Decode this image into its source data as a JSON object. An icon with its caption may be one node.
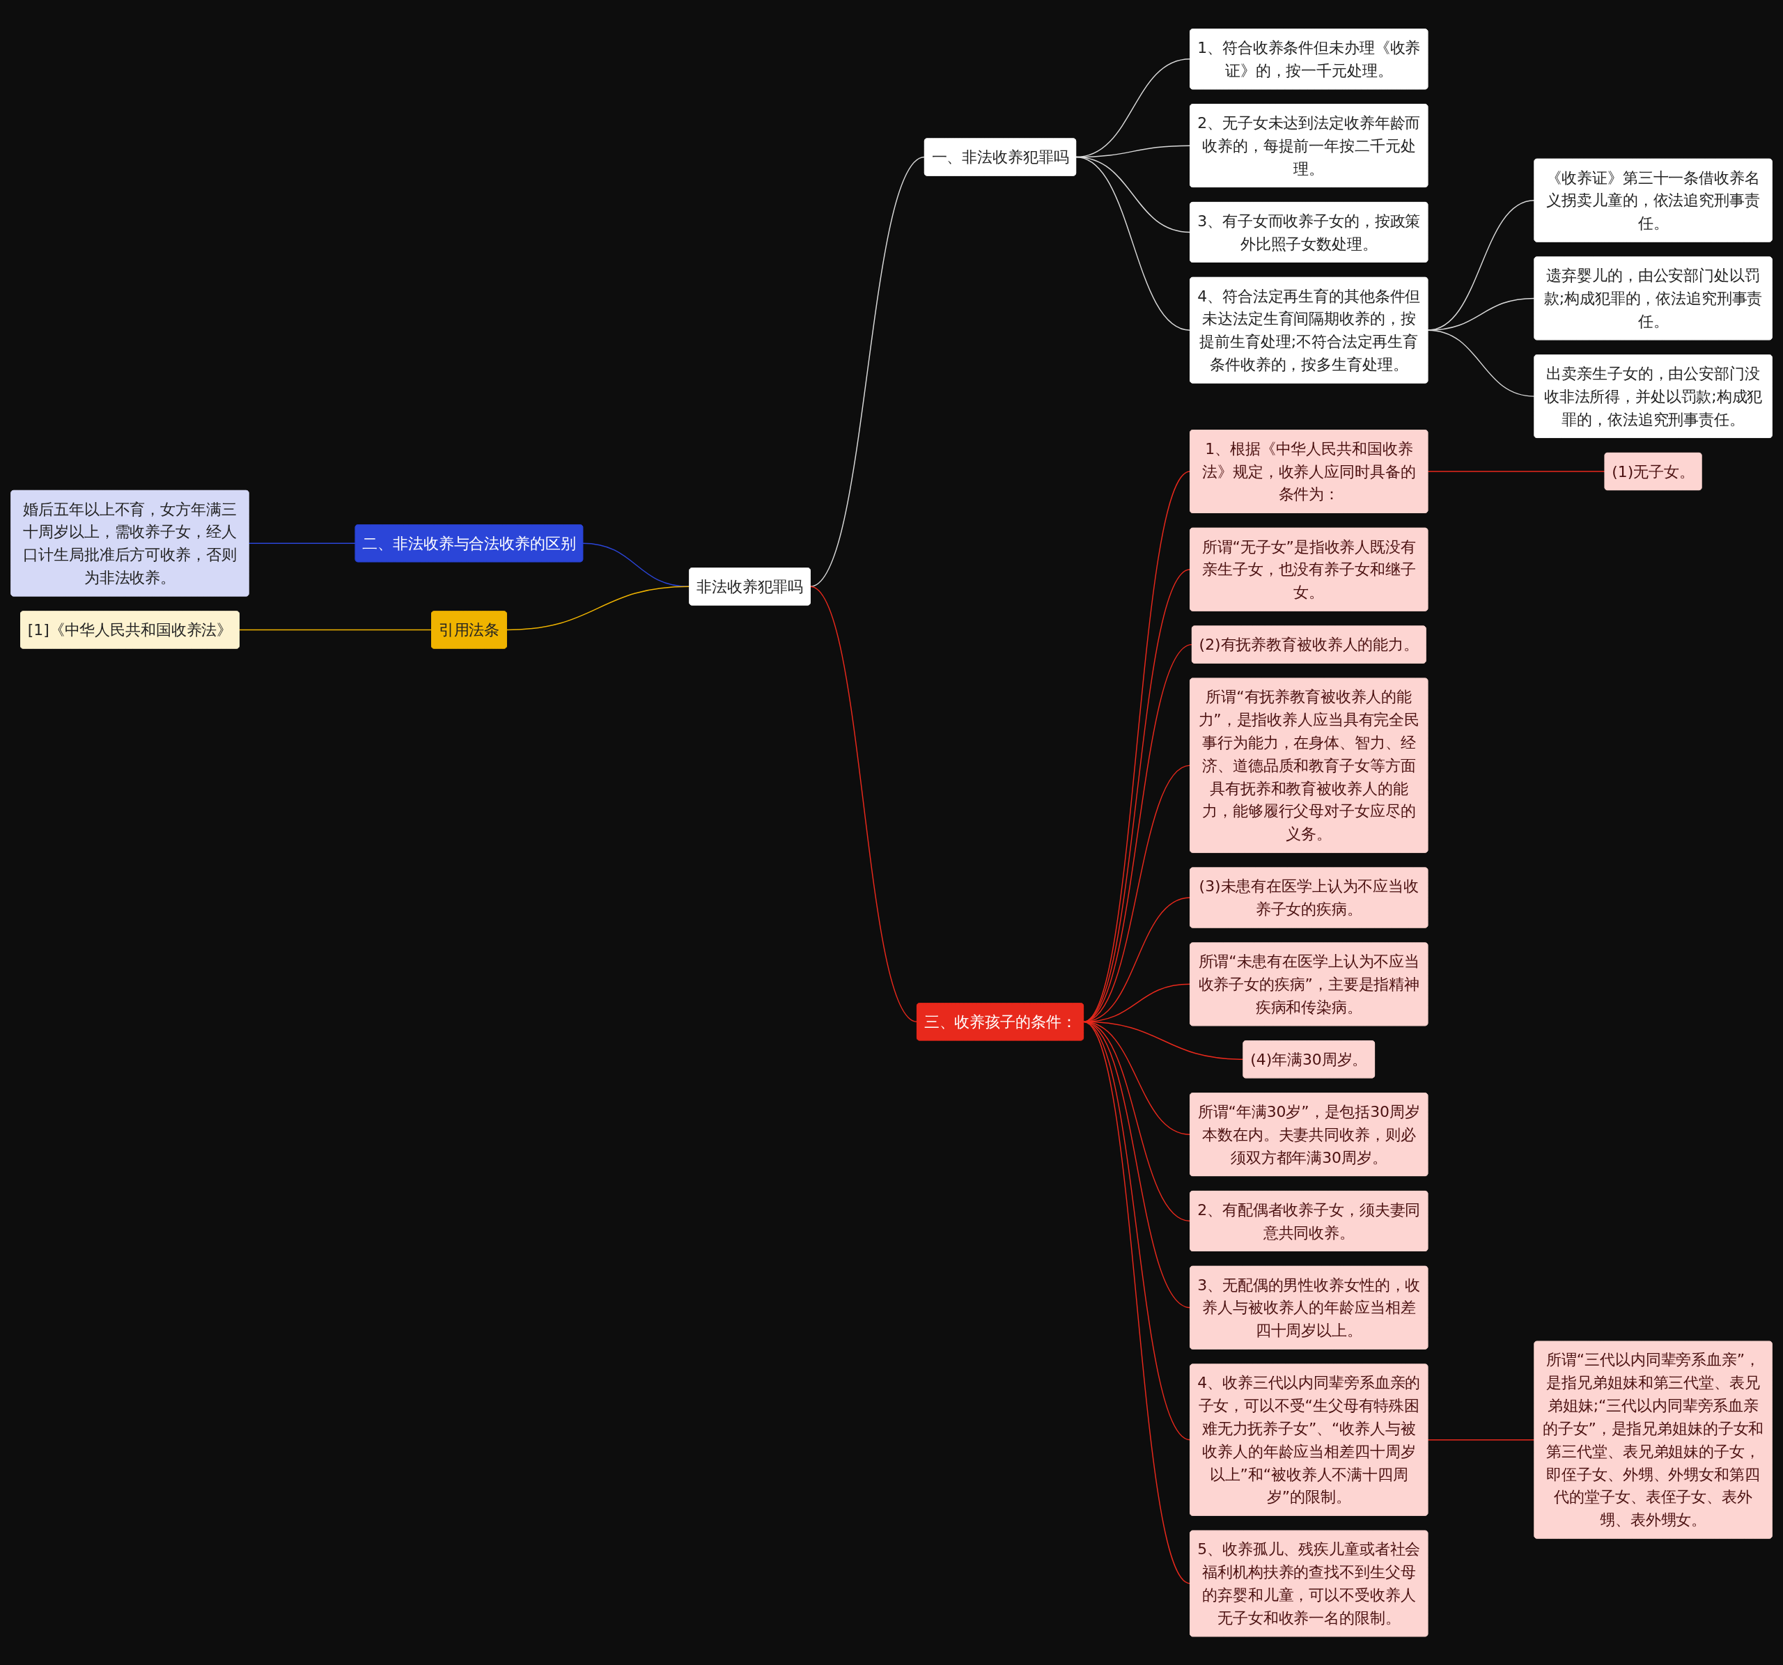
{
  "diagram": {
    "nodes": [
      {
        "text": [
          "非法收养犯罪吗"
        ]
      },
      {
        "text": [
          "一、非法收养犯罪吗"
        ]
      },
      {
        "text": [
          "1、符合收养条件但未办理《收养证》的，按一千元处理。"
        ]
      },
      {
        "text": [
          "2、无子女未达到法定收养年龄而收养的，每提前一年按二千元处理。"
        ]
      },
      {
        "text": [
          "3、有子女而收养子女的，按政策外比照子女数处理。"
        ]
      },
      {
        "text": [
          "4、符合法定再生育的其他条件但未达法定生育间隔期收养的，按提前生育处理;不符合法定再生育条件收养的，按多生育处理。"
        ]
      },
      {
        "text": [
          "《收养证》第三十一条借收养名义拐卖儿童的，依法追究刑事责任。"
        ]
      },
      {
        "text": [
          "遗弃婴儿的，由公安部门处以罚款;构成犯罪的，依法追究刑事责任。"
        ]
      },
      {
        "text": [
          "出卖亲生子女的，由公安部门没收非法所得，并处以罚款;构成犯罪的，依法追究刑事责任。"
        ]
      },
      {
        "text": [
          "二、非法收养与合法收养的区别"
        ]
      },
      {
        "text": [
          "婚后五年以上不育，女方年满三十周岁以上，需收养子女，经人口计生局批准后方可收养，否则为非法收养。"
        ]
      },
      {
        "text": [
          "引用法条"
        ]
      },
      {
        "text": [
          "[1]《中华人民共和国收养法》"
        ]
      },
      {
        "text": [
          "三、收养孩子的条件："
        ]
      },
      {
        "text": [
          "1、根据《中华人民共和国收养法》规定，收养人应同时具备的条件为："
        ]
      },
      {
        "text": [
          "(1)无子女。"
        ]
      },
      {
        "text": [
          "所谓“无子女”是指收养人既没有亲生子女，也没有养子女和继子女。"
        ]
      },
      {
        "text": [
          "(2)有抚养教育被收养人的能力。"
        ]
      },
      {
        "text": [
          "所谓“有抚养教育被收养人的能力”，是指收养人应当具有完全民事行为能力，在身体、智力、经济、道德品质和教育子女等方面具有抚养和教育被收养人的能力，能够履行父母对子女应尽的义务。"
        ]
      },
      {
        "text": [
          "(3)未患有在医学上认为不应当收养子女的疾病。"
        ]
      },
      {
        "text": [
          "所谓“未患有在医学上认为不应当收养子女的疾病”，主要是指精神疾病和传染病。"
        ]
      },
      {
        "text": [
          "(4)年满30周岁。"
        ]
      },
      {
        "text": [
          "所谓“年满30岁”，是包括30周岁本数在内。夫妻共同收养，则必须双方都年满30周岁。"
        ]
      },
      {
        "text": [
          "2、有配偶者收养子女，须夫妻同意共同收养。"
        ]
      },
      {
        "text": [
          "3、无配偶的男性收养女性的，收养人与被收养人的年龄应当相差四十周岁以上。"
        ]
      },
      {
        "text": [
          "4、收养三代以内同辈旁系血亲的子女，可以不受“生父母有特殊困难无力抚养子女”、“收养人与被收养人的年龄应当相差四十周岁以上”和“被收养人不满十四周岁”的限制。"
        ]
      },
      {
        "text": [
          "所谓“三代以内同辈旁系血亲”，是指兄弟姐妹和第三代堂、表兄弟姐妹;“三代以内同辈旁系血亲的子女”，是指兄弟姐妹的子女和第三代堂、表兄弟姐妹的子女，即侄子女、外甥、外甥女和第四代的堂子女、表侄子女、表外甥、表外甥女。"
        ]
      },
      {
        "text": [
          "5、收养孤儿、残疾儿童或者社会福利机构扶养的查找不到生父母的弃婴和儿童，可以不受收养人无子女和收养一名的限制。"
        ]
      }
    ],
    "edges": [
      {
        "from": 0,
        "to": 1,
        "arrow": "none",
        "color": "#d9d9d9"
      },
      {
        "from": 1,
        "to": 2,
        "arrow": "none",
        "color": "#d9d9d9"
      },
      {
        "from": 1,
        "to": 3,
        "arrow": "none",
        "color": "#d9d9d9"
      },
      {
        "from": 1,
        "to": 4,
        "arrow": "none",
        "color": "#d9d9d9"
      },
      {
        "from": 1,
        "to": 5,
        "arrow": "none",
        "color": "#d9d9d9"
      },
      {
        "from": 5,
        "to": 6,
        "arrow": "none",
        "color": "#d9d9d9"
      },
      {
        "from": 5,
        "to": 7,
        "arrow": "none",
        "color": "#d9d9d9"
      },
      {
        "from": 5,
        "to": 8,
        "arrow": "none",
        "color": "#d9d9d9"
      },
      {
        "from": 0,
        "to": 9,
        "arrow": "none",
        "color": "#2b45d8"
      },
      {
        "from": 9,
        "to": 10,
        "arrow": "none",
        "color": "#2b45d8"
      },
      {
        "from": 0,
        "to": 11,
        "arrow": "none",
        "color": "#f0b400"
      },
      {
        "from": 11,
        "to": 12,
        "arrow": "none",
        "color": "#f0b400"
      },
      {
        "from": 0,
        "to": 13,
        "arrow": "none"
      },
      {
        "from": 13,
        "to": 14,
        "arrow": "none"
      },
      {
        "from": 14,
        "to": 15,
        "arrow": "none"
      },
      {
        "from": 13,
        "to": 16,
        "arrow": "none"
      },
      {
        "from": 13,
        "to": 17,
        "arrow": "none"
      },
      {
        "from": 13,
        "to": 18,
        "arrow": "none"
      },
      {
        "from": 13,
        "to": 19,
        "arrow": "none"
      },
      {
        "from": 13,
        "to": 20,
        "arrow": "none"
      },
      {
        "from": 13,
        "to": 21,
        "arrow": "none"
      },
      {
        "from": 13,
        "to": 22,
        "arrow": "none"
      },
      {
        "from": 13,
        "to": 23,
        "arrow": "none"
      },
      {
        "from": 13,
        "to": 24,
        "arrow": "none"
      },
      {
        "from": 13,
        "to": 25,
        "arrow": "none"
      },
      {
        "from": 25,
        "to": 26,
        "arrow": "none"
      },
      {
        "from": 13,
        "to": 27,
        "arrow": "none"
      }
    ]
  }
}
